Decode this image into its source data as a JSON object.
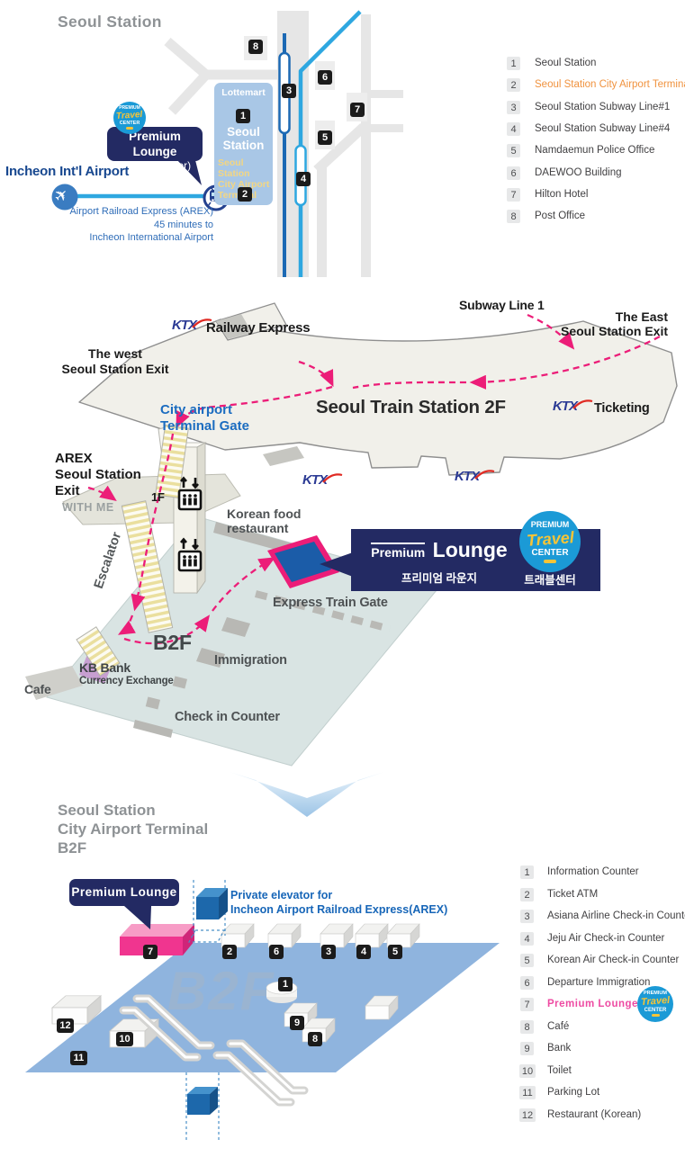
{
  "colors": {
    "navy": "#232a63",
    "pink": "#ec1d78",
    "line1_blue": "#1c69b4",
    "line4_blue": "#2ea7e0",
    "station_block": "#a9c7e6",
    "floor_b2f_bottom": "#8fb4de",
    "floor_b2f_mid": "#d9e4e3",
    "hall_2f": "#f1f0ea",
    "travel_badge_blue": "#1b9ad6",
    "travel_yellow": "#f6c437",
    "legend_orange": "#f0923e",
    "legend_pink": "#ee4aa2",
    "ktx_blue": "#2b3a94",
    "ktx_red": "#e02a23"
  },
  "travel_badge": {
    "premium": "PREMIUM",
    "travel": "Travel",
    "center": "CENTER"
  },
  "top_map": {
    "title": "Seoul Station",
    "station": {
      "store": "Lottemart",
      "line1": "Seoul",
      "line2": "Station",
      "sub1": "Seoul Station",
      "sub2": "City Airport",
      "sub3": "Terminal"
    },
    "callout": {
      "line1": "Premium Lounge",
      "line2": "(Travel Center)"
    },
    "airport": "Incheon Int'l Airport",
    "arex1": "Airport Railroad Express (AREX)",
    "arex2": "45 minutes to",
    "arex3": "Incheon International Airport",
    "badges": {
      "b1": "1",
      "b2": "2",
      "b3": "3",
      "b4": "4",
      "b5": "5",
      "b6": "6",
      "b7": "7",
      "b8": "8"
    },
    "legend": [
      {
        "n": "1",
        "label": "Seoul Station"
      },
      {
        "n": "2",
        "label": "Seoul Station City Airport Terminal"
      },
      {
        "n": "3",
        "label": "Seoul Station Subway Line#1"
      },
      {
        "n": "4",
        "label": "Seoul Station Subway Line#4"
      },
      {
        "n": "5",
        "label": "Namdaemun Police Office"
      },
      {
        "n": "6",
        "label": "DAEWOO Building"
      },
      {
        "n": "7",
        "label": "Hilton Hotel"
      },
      {
        "n": "8",
        "label": "Post Office"
      }
    ]
  },
  "floor2f": {
    "ktx": "KTX",
    "railway_express": "Railway Express",
    "ticketing": "Ticketing",
    "subway_line1": "Subway Line 1",
    "east_exit1": "The East",
    "east_exit2": "Seoul Station Exit",
    "west_exit1": "The west",
    "west_exit2": "Seoul Station Exit",
    "hall": "Seoul Train Station 2F",
    "gate1": "City airport",
    "gate2": "Terminal Gate",
    "arex1": "AREX",
    "arex2": "Seoul Station",
    "arex3": "Exit",
    "with_me": "WITH ME",
    "f1": "1F",
    "food1": "Korean food",
    "food2": "restaurant",
    "escalator": "Escalator",
    "b2f": "B2F",
    "kb1": "KB Bank",
    "kb2": "Currency Exchange",
    "cafe": "Cafe",
    "immigration": "Immigration",
    "checkin": "Check in Counter",
    "express_gate": "Express Train Gate",
    "banner": {
      "premium": "Premium",
      "lounge": "Lounge",
      "kr": "프리미엄 라운지",
      "center_kr": "트래블센터"
    }
  },
  "bottom_map": {
    "title1": "Seoul Station",
    "title2": "City Airport Terminal",
    "title3": "B2F",
    "callout": "Premium Lounge",
    "elev1": "Private elevator for",
    "elev2": "Incheon Airport Railroad Express(AREX)",
    "watermark": "B2F",
    "badges": {
      "b1": "1",
      "b2": "2",
      "b3": "3",
      "b4": "4",
      "b5": "5",
      "b6": "6",
      "b7": "7",
      "b8": "8",
      "b9": "9",
      "b10": "10",
      "b11": "11",
      "b12": "12"
    },
    "legend": [
      {
        "n": "1",
        "label": "Information Counter"
      },
      {
        "n": "2",
        "label": "Ticket ATM"
      },
      {
        "n": "3",
        "label": "Asiana Airline Check-in Counter"
      },
      {
        "n": "4",
        "label": "Jeju Air Check-in Counter"
      },
      {
        "n": "5",
        "label": "Korean Air Check-in Counter"
      },
      {
        "n": "6",
        "label": "Departure Immigration"
      },
      {
        "n": "7",
        "label": "Premium Lounge"
      },
      {
        "n": "8",
        "label": "Café"
      },
      {
        "n": "9",
        "label": "Bank"
      },
      {
        "n": "10",
        "label": "Toilet"
      },
      {
        "n": "11",
        "label": "Parking Lot"
      },
      {
        "n": "12",
        "label": "Restaurant (Korean)"
      }
    ]
  }
}
